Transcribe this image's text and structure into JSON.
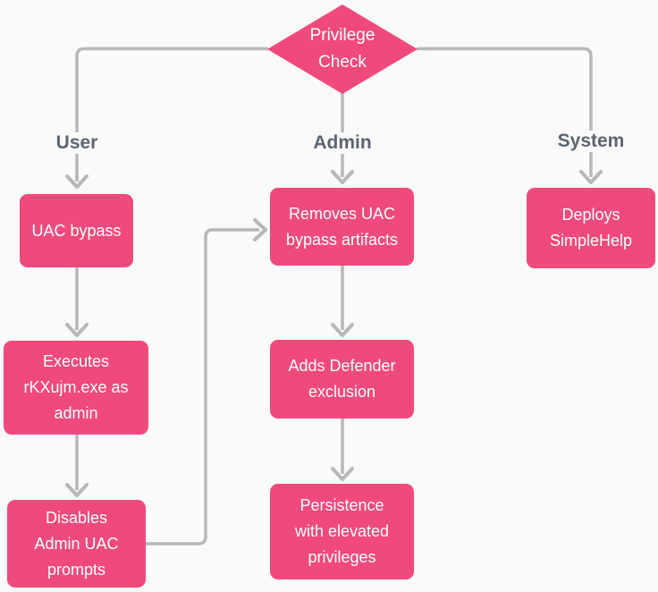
{
  "theme": {
    "background": "#fafafa",
    "node_fill": "#f04a7d",
    "node_text": "#ffffff",
    "connector": "#b7b7b9",
    "branch_label": "#5d6470"
  },
  "diagram": {
    "decision": {
      "label": "Privilege\nCheck"
    },
    "branches": [
      {
        "label": "User"
      },
      {
        "label": "Admin"
      },
      {
        "label": "System"
      }
    ],
    "nodes": [
      {
        "id": "uac-bypass",
        "label": "UAC bypass"
      },
      {
        "id": "executes-rkxujm-as-admin",
        "label": "Executes\nrKXujm.exe as\nadmin"
      },
      {
        "id": "disables-admin-uac-prompts",
        "label": "Disables\nAdmin UAC\nprompts"
      },
      {
        "id": "removes-uac-bypass-artifacts",
        "label": "Removes UAC\nbypass artifacts"
      },
      {
        "id": "adds-defender-exclusion",
        "label": "Adds Defender\nexclusion"
      },
      {
        "id": "persistence-elevated-privileges",
        "label": "Persistence\nwith elevated\nprivileges"
      },
      {
        "id": "deploys-simplehelp",
        "label": "Deploys\nSimpleHelp"
      }
    ]
  }
}
